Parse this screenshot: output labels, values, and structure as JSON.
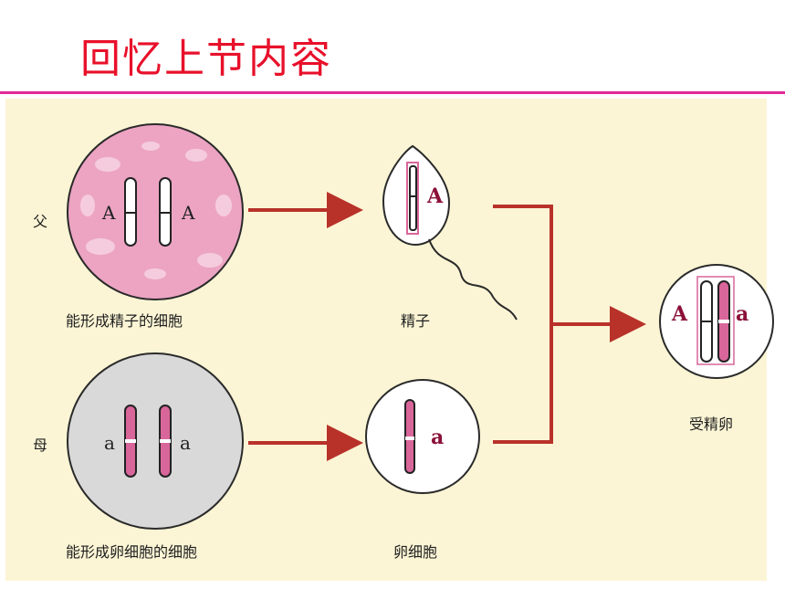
{
  "title": "回忆上节内容",
  "colors": {
    "title": "#e8102a",
    "rule": "#e02a9a",
    "panel": "#fbf5d5",
    "arrow": "#b8322a",
    "maternal_chromosome": "#d9669a",
    "paternal_chromosome": "#ffffff",
    "gene_overlay": "#8b1038",
    "father_cell_fill": "#eca4c2",
    "mother_cell_fill": "#d9d9d9"
  },
  "labels": {
    "father": "父",
    "mother": "母",
    "father_cell_caption": "能形成精子的细胞",
    "mother_cell_caption": "能形成卵细胞的细胞",
    "sperm_caption": "精子",
    "egg_caption": "卵细胞",
    "zygote_caption": "受精卵"
  },
  "genes": {
    "father_cell_left": "A",
    "father_cell_right": "A",
    "mother_cell_left": "a",
    "mother_cell_right": "a",
    "sperm": "A",
    "egg": "a",
    "zygote_left": "A",
    "zygote_right": "a"
  }
}
